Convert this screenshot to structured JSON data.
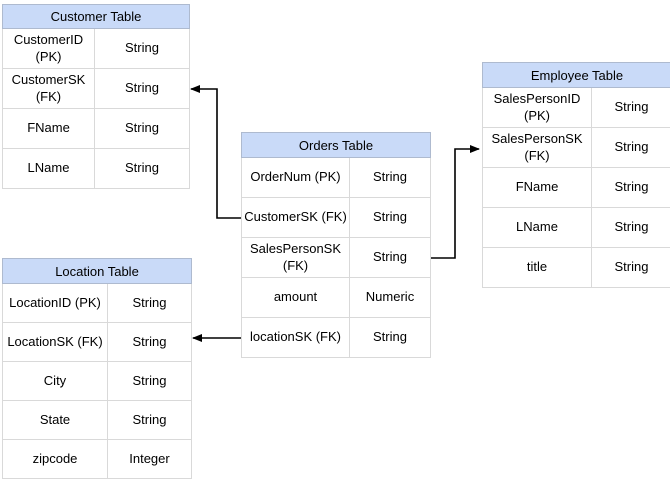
{
  "diagram": {
    "type": "entity-relationship-diagram",
    "tables": [
      {
        "id": "customer",
        "title": "Customer Table",
        "rows": [
          {
            "field": "CustomerID (PK)",
            "type": "String"
          },
          {
            "field": "CustomerSK\n(FK)",
            "type": "String"
          },
          {
            "field": "FName",
            "type": "String"
          },
          {
            "field": "LName",
            "type": "String"
          }
        ]
      },
      {
        "id": "orders",
        "title": "Orders Table",
        "rows": [
          {
            "field": "OrderNum (PK)",
            "type": "String"
          },
          {
            "field": "CustomerSK (FK)",
            "type": "String"
          },
          {
            "field": "SalesPersonSK\n(FK)",
            "type": "String"
          },
          {
            "field": "amount",
            "type": "Numeric"
          },
          {
            "field": "locationSK (FK)",
            "type": "String"
          }
        ]
      },
      {
        "id": "employee",
        "title": "Employee Table",
        "rows": [
          {
            "field": "SalesPersonID (PK)",
            "type": "String"
          },
          {
            "field": "SalesPersonSK\n(FK)",
            "type": "String"
          },
          {
            "field": "FName",
            "type": "String"
          },
          {
            "field": "LName",
            "type": "String"
          },
          {
            "field": "title",
            "type": "String"
          }
        ]
      },
      {
        "id": "location",
        "title": "Location Table",
        "rows": [
          {
            "field": "LocationID (PK)",
            "type": "String"
          },
          {
            "field": "LocationSK (FK)",
            "type": "String"
          },
          {
            "field": "City",
            "type": "String"
          },
          {
            "field": "State",
            "type": "String"
          },
          {
            "field": "zipcode",
            "type": "Integer"
          }
        ]
      }
    ],
    "relationships": [
      {
        "from": "Orders Table.CustomerSK (FK)",
        "to": "Customer Table.CustomerSK (FK)"
      },
      {
        "from": "Orders Table.SalesPersonSK (FK)",
        "to": "Employee Table.SalesPersonSK (FK)"
      },
      {
        "from": "Orders Table.locationSK (FK)",
        "to": "Location Table.LocationSK (FK)"
      }
    ],
    "colors": {
      "header_fill": "#C9DAF8",
      "header_border": "#AEBACF",
      "cell_border": "#D9D9D9",
      "connector": "#000000",
      "text": "#000000",
      "background": "#FFFFFF"
    }
  }
}
